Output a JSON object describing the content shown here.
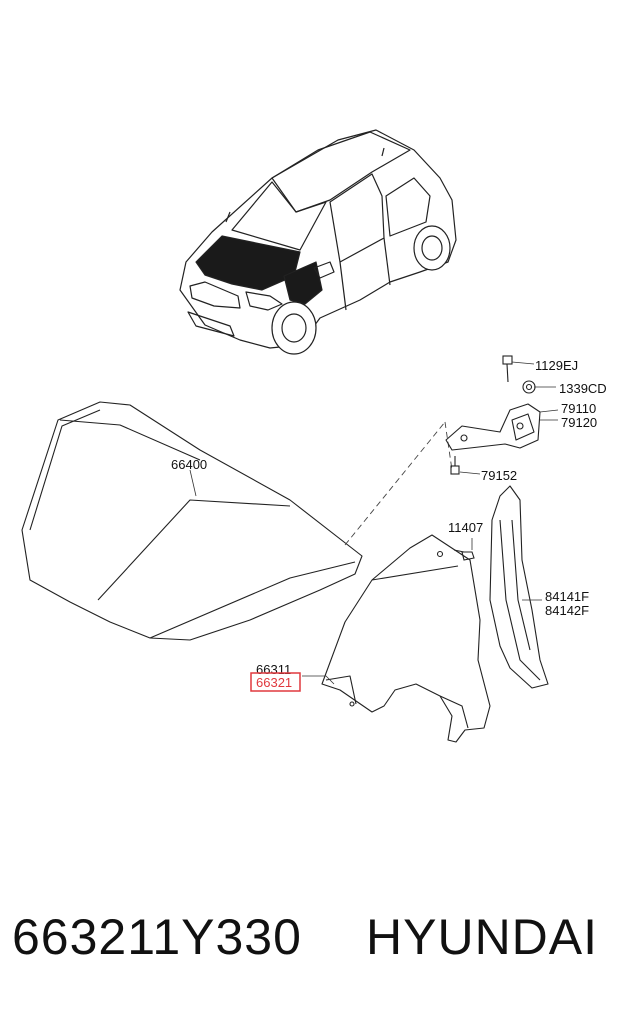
{
  "callouts": {
    "c1129EJ": "1129EJ",
    "c1339CD": "1339CD",
    "c79110": "79110",
    "c79120": "79120",
    "c79152": "79152",
    "c66400": "66400",
    "c11407": "11407",
    "c84141F": "84141F",
    "c84142F": "84142F",
    "c66311": "66311",
    "c66321": "66321"
  },
  "highlight_color": "#e0393e",
  "footer": {
    "part_number": "663211Y330",
    "brand": "HYUNDAI"
  }
}
